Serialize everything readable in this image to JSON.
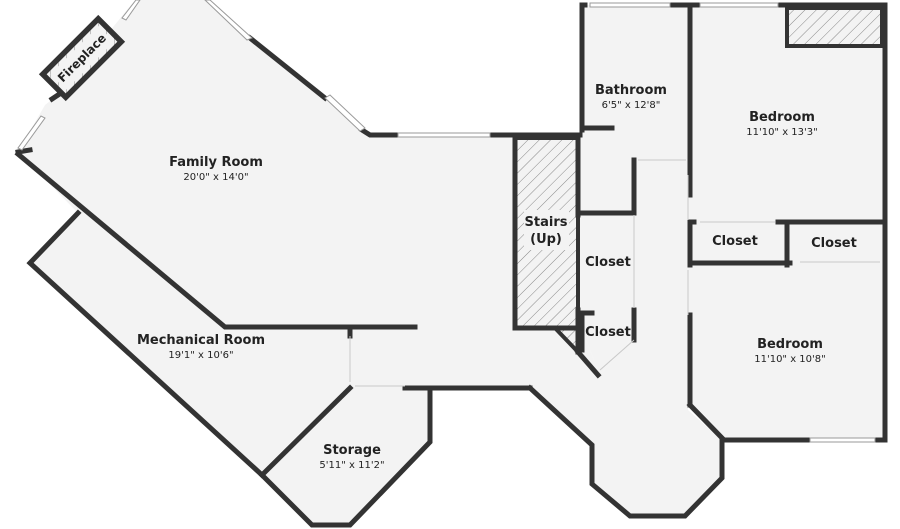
{
  "rooms": {
    "family_room": {
      "name": "Family Room",
      "dims": "20'0\" x 14'0\""
    },
    "mechanical_room": {
      "name": "Mechanical Room",
      "dims": "19'1\" x 10'6\""
    },
    "storage": {
      "name": "Storage",
      "dims": "5'11\" x 11'2\""
    },
    "bathroom": {
      "name": "Bathroom",
      "dims": "6'5\" x 12'8\""
    },
    "bedroom_1": {
      "name": "Bedroom",
      "dims": "11'10\" x 13'3\""
    },
    "bedroom_2": {
      "name": "Bedroom",
      "dims": "11'10\" x 10'8\""
    },
    "stairs": {
      "name": "Stairs",
      "note": "(Up)"
    },
    "closet_1": {
      "name": "Closet"
    },
    "closet_2": {
      "name": "Closet"
    },
    "closet_3": {
      "name": "Closet"
    },
    "closet_4": {
      "name": "Closet"
    },
    "fireplace": {
      "name": "Fireplace"
    }
  },
  "colors": {
    "wall": "#333333",
    "floor": "#f3f3f3",
    "background": "#ffffff"
  }
}
